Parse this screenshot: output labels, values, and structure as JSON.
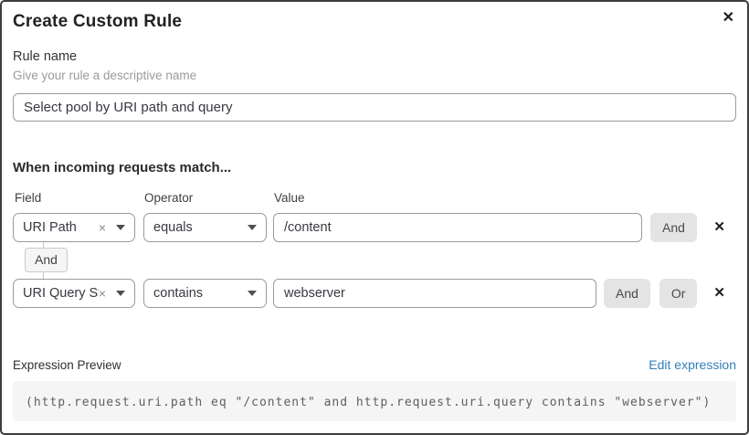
{
  "dialog": {
    "title": "Create Custom Rule"
  },
  "icons": {
    "close": "✕",
    "remove_row": "✕",
    "clear_selection": "×"
  },
  "rule_name": {
    "label": "Rule name",
    "helper": "Give your rule a descriptive name",
    "value": "Select pool by URI path and query"
  },
  "matcher": {
    "heading": "When incoming requests match...",
    "column_labels": {
      "field": "Field",
      "operator": "Operator",
      "value": "Value"
    },
    "rows": [
      {
        "field": "URI Path",
        "operator": "equals",
        "value": "/content",
        "connector_buttons": [
          "And"
        ]
      },
      {
        "field": "URI Query St...",
        "operator": "contains",
        "value": "webserver",
        "connector_buttons": [
          "And",
          "Or"
        ]
      }
    ],
    "connector_badge": "And"
  },
  "expression_preview": {
    "label": "Expression Preview",
    "edit_link": "Edit expression",
    "expression": "(http.request.uri.path eq \"/content\" and http.request.uri.query contains \"webserver\")"
  },
  "colors": {
    "link_blue": "#3380b8",
    "button_gray": "#e4e4e4",
    "badge_gray": "#f5f5f5",
    "code_bg": "#f5f5f5",
    "border_gray": "#9a9aa0",
    "dialog_border": "#3d3d3d"
  }
}
